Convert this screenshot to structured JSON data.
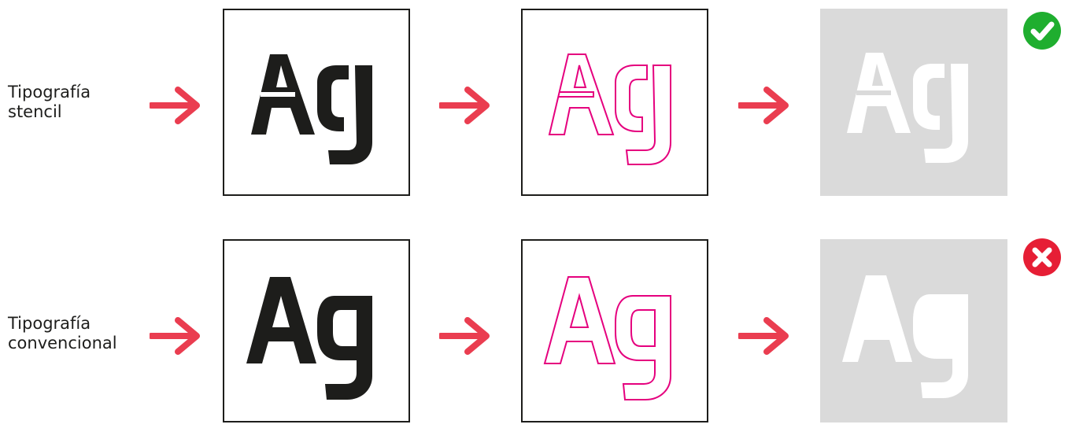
{
  "rows": [
    {
      "label_lines": [
        "Tipografía",
        "stencil"
      ],
      "glyph_text": "Ag",
      "kind": "stencil",
      "status": "check-icon"
    },
    {
      "label_lines": [
        "Tipografía",
        "convencional"
      ],
      "glyph_text": "Ag",
      "kind": "conventional",
      "status": "cross-icon"
    }
  ],
  "icons": {
    "arrow": "arrow-right-icon",
    "ok": "check-icon",
    "fail": "cross-icon"
  },
  "colors": {
    "text": "#1d1d1b",
    "glyph_fill": "#1d1d1b",
    "outline_stroke": "#e5007e",
    "arrow": "#ea3d50",
    "engraved_panel": "#dadada",
    "engraved_glyph": "#ffffff",
    "ok": "#1fae2f",
    "fail": "#e61e35"
  }
}
